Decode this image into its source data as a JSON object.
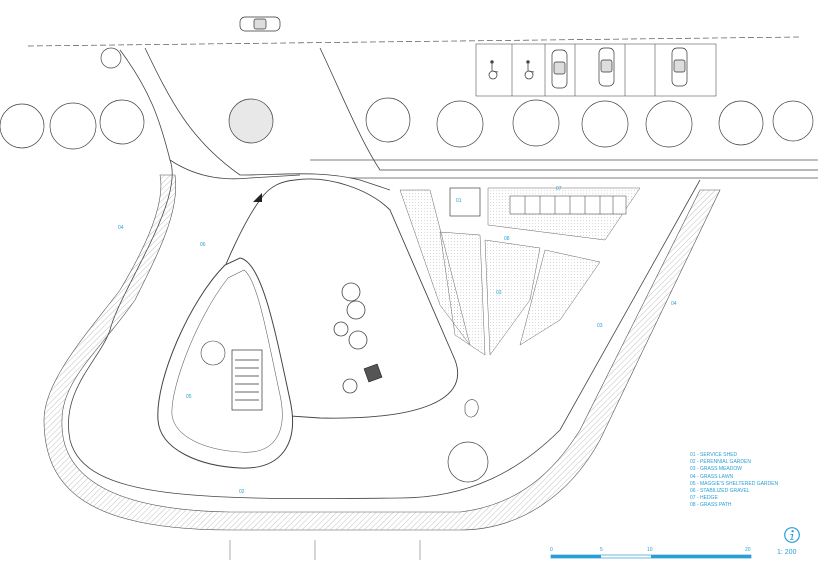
{
  "zone_labels": {
    "z01": "01",
    "z02": "02",
    "z03": "03",
    "z03b": "03",
    "z04a": "04",
    "z04b": "04",
    "z05": "05",
    "z06": "06",
    "z07": "07",
    "z08": "08"
  },
  "legend": {
    "items": [
      "01 - SERVICE SHED",
      "02 - PERENNIAL GARDEN",
      "03 - GRASS MEADOW",
      "04 - GRASS LAWN",
      "05 - MAGGIE'S SHELTERED GARDEN",
      "06 - STABILIZED GRAVEL",
      "07 - HEDGE",
      "08 - GRASS PATH"
    ]
  },
  "scale_bar": {
    "ticks": [
      "0",
      "5",
      "10",
      "20"
    ],
    "ratio": "1: 200"
  },
  "icons": {
    "info": "info-icon",
    "accessible_parking": "wheelchair-icon",
    "north_marker": "triangle-marker-icon"
  },
  "colors": {
    "linework": "#4a4a4a",
    "annotation": "#2a9fd6",
    "hatch": "#d9d9d9"
  }
}
